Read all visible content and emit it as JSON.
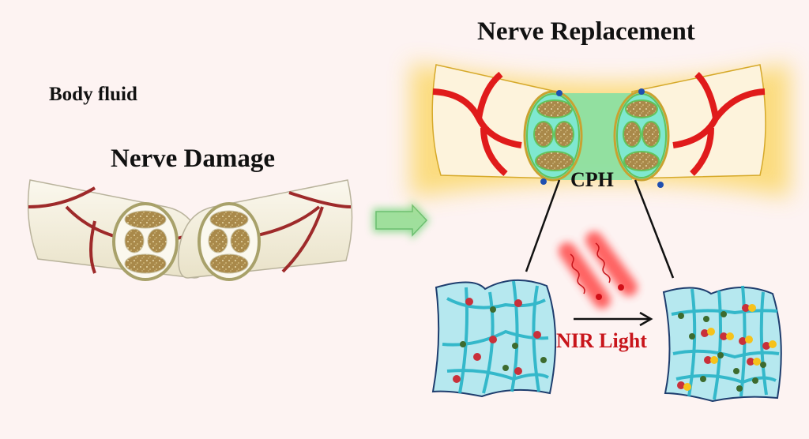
{
  "diagram": {
    "labels": {
      "body_fluid": "Body fluid",
      "nerve_damage": "Nerve Damage",
      "nerve_replacement": "Nerve Replacement",
      "cph": "CPH",
      "nir_light": "NIR Light"
    },
    "colors": {
      "background": "#fdf3f2",
      "nerve_sheath": "#f3eedb",
      "blood_vessel_damaged": "#9e2a2a",
      "blood_vessel_healthy": "#e01b1b",
      "fascicle_fill": "#a9894a",
      "hydrogel_green": "#7fe0a6",
      "hydrogel_network": "#27b3c7",
      "glow_yellow": "#fbd86a",
      "nir_red": "#ff4a4a",
      "arrow_green": "#86d98a"
    },
    "panels": [
      {
        "id": "damaged-nerve",
        "description": "Two severed nerve stumps with exposed fascicles"
      },
      {
        "id": "transition-arrow",
        "description": "Green arrow indicating treatment"
      },
      {
        "id": "repaired-nerve",
        "description": "Nerve stumps bridged by CPH hydrogel with glow"
      },
      {
        "id": "hydrogel-before",
        "description": "Hydrogel network with red and green particles"
      },
      {
        "id": "hydrogel-after",
        "description": "Hydrogel network after NIR irradiation with yellow stars"
      }
    ]
  }
}
